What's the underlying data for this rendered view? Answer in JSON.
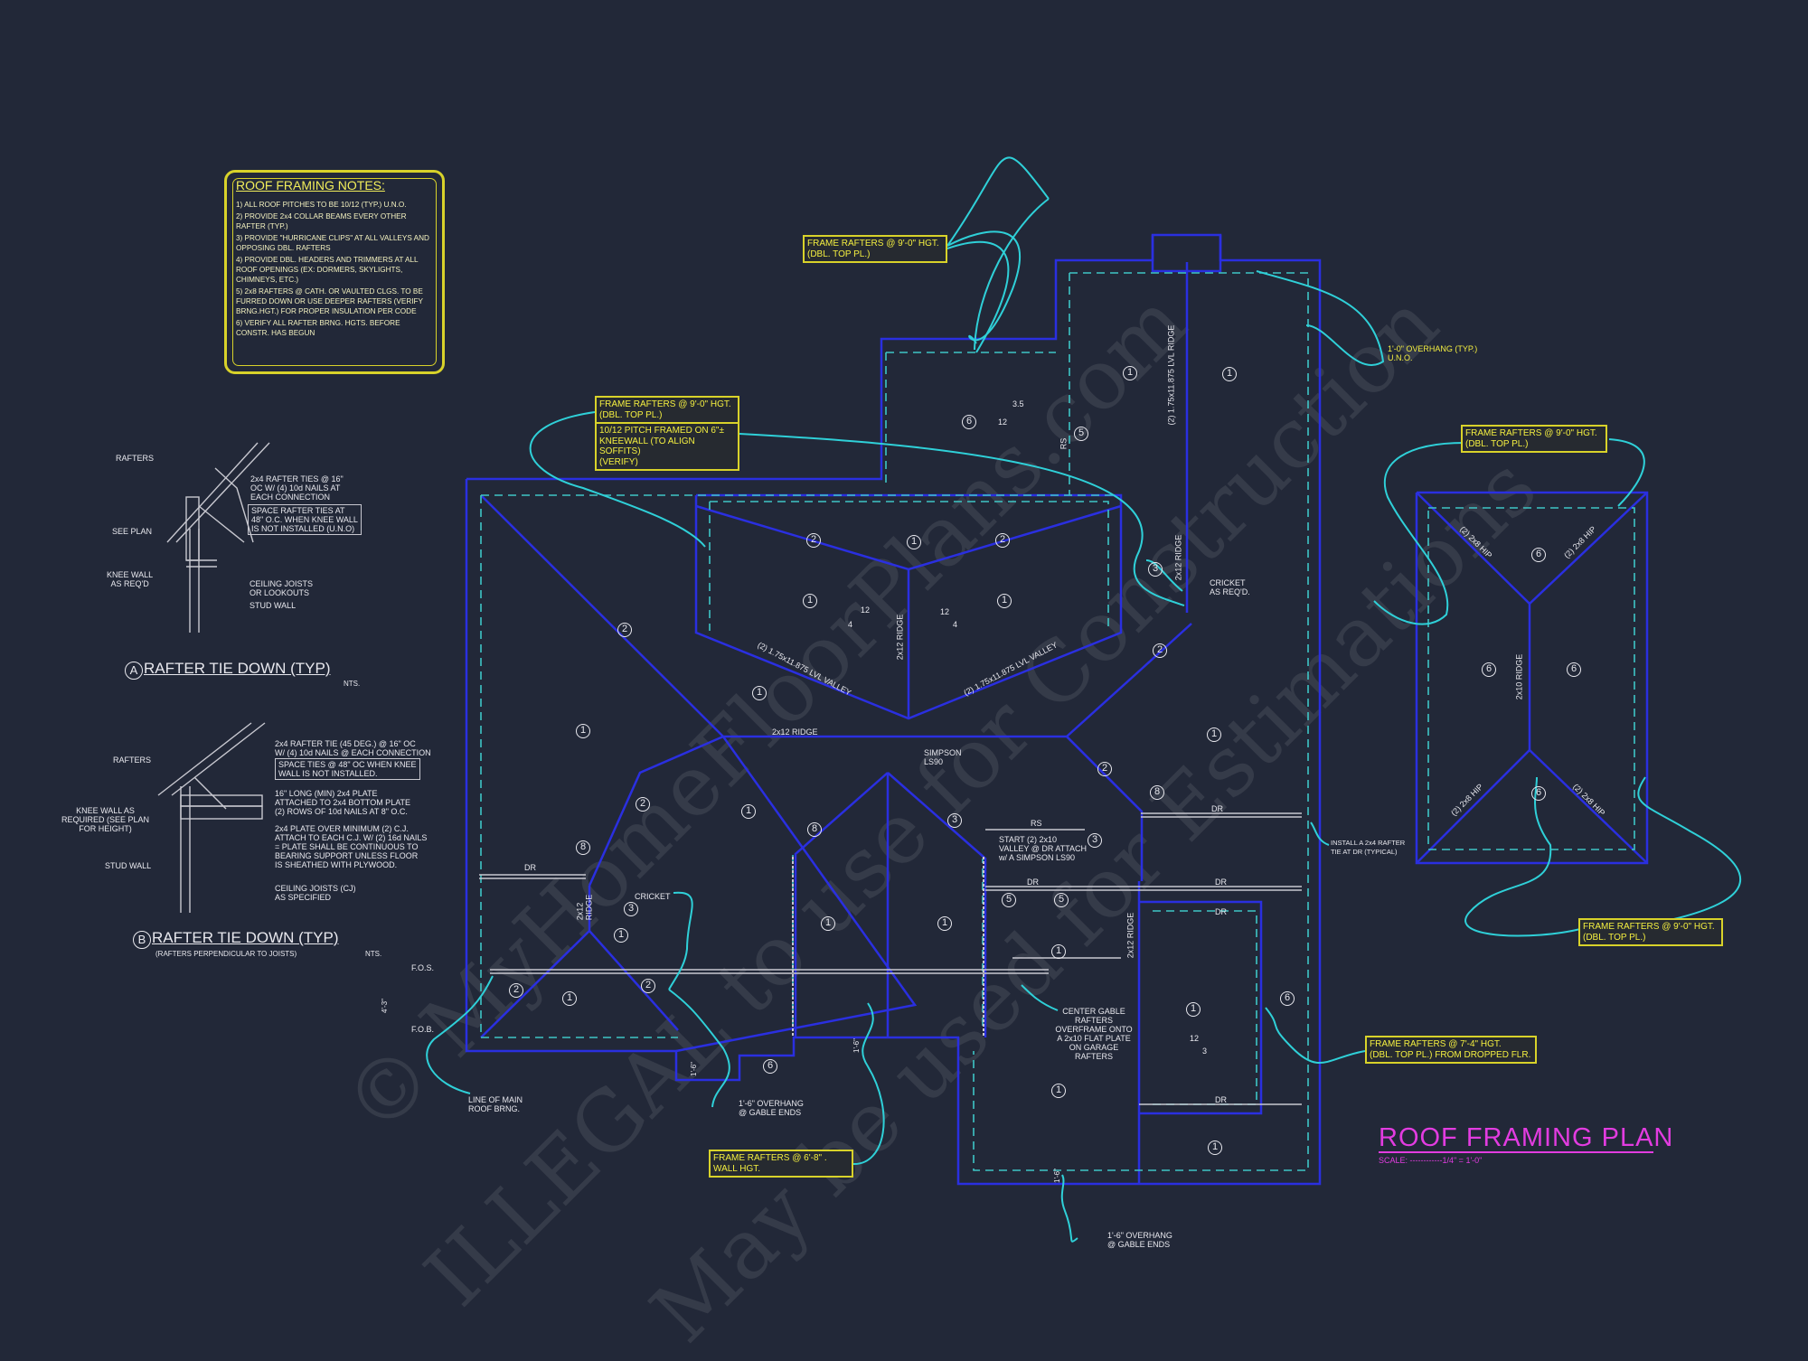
{
  "watermark": {
    "line1": "© MyHomeFloorPlans.com",
    "line2": "ILLEGAL to use for Construction",
    "line3": "May be used for Estimations"
  },
  "notes": {
    "title": "ROOF FRAMING NOTES:",
    "items": [
      "1) ALL ROOF PITCHES TO BE 10/12 (TYP.) U.N.O.",
      "2) PROVIDE 2x4 COLLAR BEAMS EVERY OTHER RAFTER (TYP.)",
      "3) PROVIDE \"HURRICANE CLIPS\" AT ALL VALLEYS AND OPPOSING DBL. RAFTERS",
      "4) PROVIDE DBL. HEADERS AND TRIMMERS AT ALL ROOF OPENINGS (EX: DORMERS, SKYLIGHTS, CHIMNEYS, ETC.)",
      "5) 2x8 RAFTERS @ CATH. OR VAULTED CLGS. TO BE FURRED DOWN OR USE DEEPER RAFTERS (VERIFY BRNG.HGT.) FOR PROPER INSULATION PER CODE",
      "6) VERIFY ALL RAFTER BRNG. HGTS. BEFORE CONSTR. HAS BEGUN"
    ]
  },
  "callouts": {
    "top_frame": [
      "FRAME RAFTERS @ 9'-0\" HGT.",
      "(DBL. TOP PL.)"
    ],
    "left_frame": [
      "FRAME RAFTERS @ 9'-0\" HGT.",
      "(DBL. TOP PL.)"
    ],
    "left_pitch": [
      "10/12 PITCH FRAMED ON 6\"±",
      "KNEEWALL (TO ALIGN SOFFITS)",
      "(VERIFY)"
    ],
    "right_top_frame": [
      "FRAME RAFTERS @ 9'-0\" HGT.",
      "(DBL. TOP PL.)"
    ],
    "right_bottom_frame": [
      "FRAME RAFTERS @ 9'-0\" HGT.",
      "(DBL. TOP PL.)"
    ],
    "garage_frame": [
      "FRAME RAFTERS @ 7'-4\" HGT.",
      "(DBL. TOP PL.) FROM DROPPED FLR."
    ],
    "bottom_frame": [
      "FRAME RAFTERS @ 6'-8\" .",
      "WALL HGT."
    ]
  },
  "labels": {
    "overhang_typ": "1'-0\" OVERHANG (TYP.)\nU.N.O.",
    "cricket_right": "CRICKET\nAS REQ'D.",
    "cricket_left": "CRICKET",
    "simpson": "SIMPSON\nLS90",
    "start_valley": "START (2) 2x10\nVALLEY @ DR ATTACH\nw/ A SIMPSON LS90",
    "install_tie": "INSTALL A 2x4 RAFTER\nTIE AT DR (TYPICAL)",
    "center_gable": "CENTER GABLE\nRAFTERS\nOVERFRAME ONTO\nA 2x10 FLAT PLATE\nON GARAGE\nRAFTERS",
    "line_main": "LINE OF MAIN\nROOF BRNG.",
    "overhang_left": "1'-6\" OVERHANG\n@ GABLE ENDS",
    "overhang_bottom": "1'-6\" OVERHANG\n@ GABLE ENDS",
    "fos": "F.O.S.",
    "fob": "F.O.B.",
    "dim_43": "4'-3\"",
    "dim_16a": "1'-6\"",
    "dim_16b": "1'-6\"",
    "dim_16c": "1'-6\"",
    "ridge_top": "2x12 RIDGE",
    "ridge_mid": "2x12 RIDGE",
    "ridge_vert": "2x12 RIDGE",
    "ridge_garage": "2x12 RIDGE",
    "ridge_left": "2x12\nRIDGE",
    "ridge_right": "2x10 RIDGE",
    "lvl_top": "(2) 1.75x11.875 LVL RIDGE",
    "valley_left": "(2) 1.75x11.875 LVL VALLEY",
    "valley_right": "(2) 1.75x11.875 LVL VALLEY",
    "hip_a": "(2) 2x8 HIP",
    "hip_b": "(2) 2x8 HIP",
    "hip_c": "(2) 2x8 HIP",
    "hip_d": "(2) 2x8 HIP",
    "dr": "DR",
    "rs": "RS",
    "pitch_12": "12",
    "pitch_4": "4",
    "pitch_35": "3.5",
    "pitch_3": "3"
  },
  "detail_a": {
    "title": "RAFTER TIE DOWN (TYP)",
    "letter": "A",
    "scale": "NTS.",
    "rafters": "RAFTERS",
    "ties": "2x4 RAFTER TIES @ 16\"\nOC W/ (4) 10d NAILS AT\nEACH CONNECTION",
    "space": "SPACE RAFTER TIES AT\n48\" O.C. WHEN KNEE WALL\nIS NOT INSTALLED (U.N.O)",
    "see_plan": "SEE PLAN",
    "knee": "KNEE WALL\nAS REQ'D",
    "ceiling": "CEILING JOISTS\nOR LOOKOUTS",
    "stud": "STUD WALL"
  },
  "detail_b": {
    "title": "RAFTER TIE DOWN (TYP)",
    "letter": "B",
    "scale": "NTS.",
    "subtitle": "(RAFTERS PERPENDICULAR TO JOISTS)",
    "rafters": "RAFTERS",
    "tie": "2x4 RAFTER TIE (45 DEG.) @ 16\" OC\nW/ (4) 10d NAILS @ EACH CONNECTION",
    "space": "SPACE TIES @ 48\" OC WHEN KNEE\nWALL IS NOT INSTALLED.",
    "plate": "16\" LONG (MIN) 2x4 PLATE\nATTACHED TO 2x4 BOTTOM PLATE\n(2) ROWS OF 10d NAILS AT 8\" O.C.",
    "over": "2x4 PLATE OVER MINIMUM (2) C.J.\nATTACH TO EACH C.J. W/ (2) 16d NAILS\n= PLATE SHALL BE CONTINUOUS TO\nBEARING SUPPORT UNLESS FLOOR\nIS SHEATHED WITH PLYWOOD.",
    "knee": "KNEE WALL AS\nREQUIRED (SEE PLAN\nFOR HEIGHT)",
    "ceiling": "CEILING JOISTS (CJ)\nAS SPECIFIED",
    "stud": "STUD WALL"
  },
  "plan_title": {
    "title": "ROOF FRAMING PLAN",
    "scale": "SCALE: ------------1/4\" = 1'-0\""
  },
  "colors": {
    "background": "#222838",
    "plan_lines": "#2a2fe0",
    "dashed": "#3ec6c6",
    "leaders": "#2fd0d8",
    "callout": "#d8d22a",
    "title": "#e23ce0"
  }
}
